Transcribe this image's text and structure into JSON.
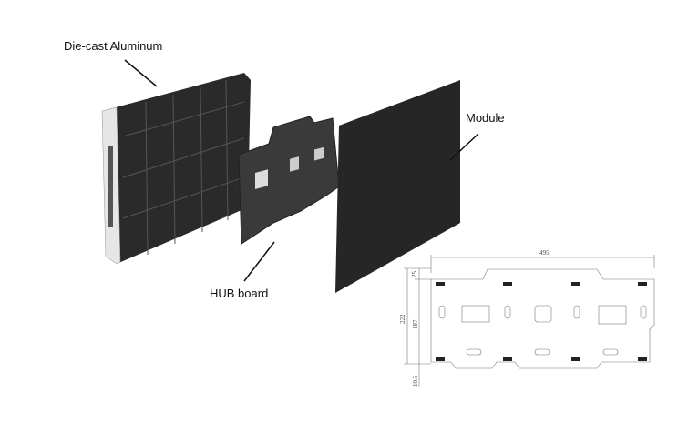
{
  "labels": {
    "die_cast": "Die-cast Aluminum",
    "module": "Module",
    "hub_board": "HUB board"
  },
  "drawing": {
    "width_dim": "495",
    "top_offset_dim": "25",
    "total_height_dim": "222",
    "inner_height_dim": "187",
    "bottom_offset_dim": "10.5"
  }
}
